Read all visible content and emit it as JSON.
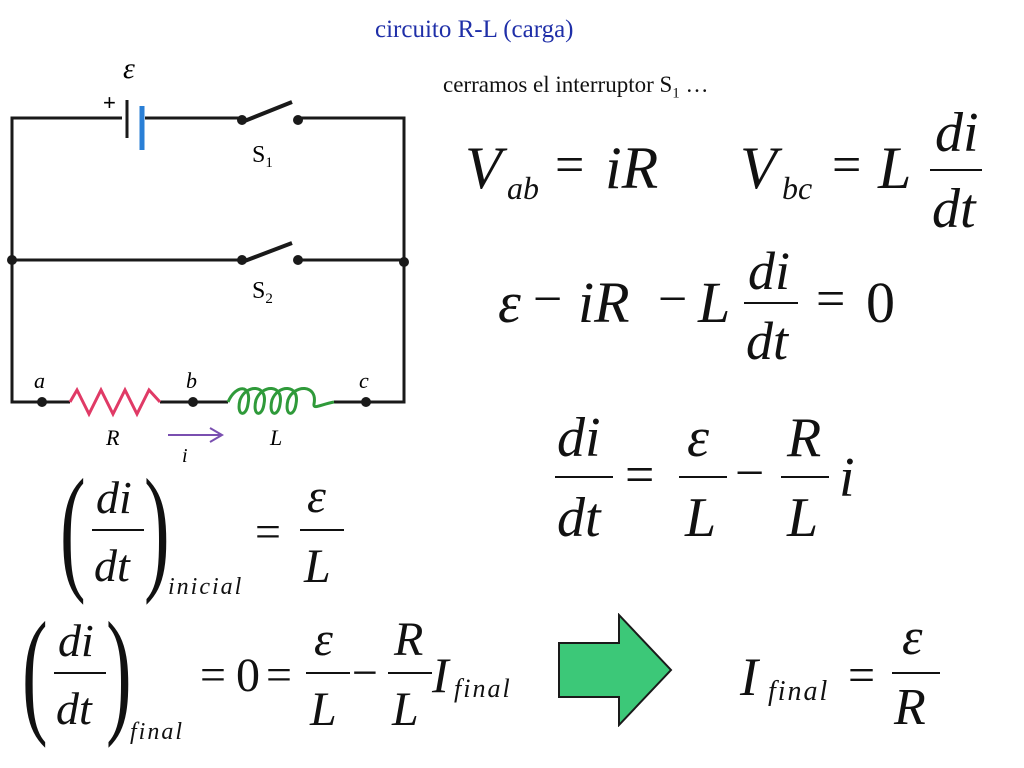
{
  "header": {
    "title": "circuito R-L (carga)",
    "subtitle_prefix": "cerramos el interruptor S",
    "subtitle_sub": "1",
    "subtitle_suffix": " …"
  },
  "circuit": {
    "emf_label": "ε",
    "plus_sign": "+",
    "switch1_label": "S",
    "switch1_sub": "1",
    "switch2_label": "S",
    "switch2_sub": "2",
    "node_a": "a",
    "node_b": "b",
    "node_c": "c",
    "resistor_label": "R",
    "inductor_label": "L",
    "current_label": "i",
    "colors": {
      "wire": "#1a1a1a",
      "resistor": "#e03a66",
      "inductor": "#2f9a3a",
      "battery_short": "#2a7fd6",
      "current_arrow": "#7a4fb0"
    }
  },
  "equations": {
    "vab": {
      "lhs": "V",
      "lhs_sub": "ab",
      "eq": "=",
      "rhs": "iR"
    },
    "vbc": {
      "lhs": "V",
      "lhs_sub": "bc",
      "eq": "=",
      "coef": "L",
      "num": "di",
      "den": "dt"
    },
    "loop": {
      "eps": "ε",
      "minus1": "−",
      "ir": "iR",
      "minus2": "−",
      "L": "L",
      "num": "di",
      "den": "dt",
      "eq": "=",
      "zero": "0"
    },
    "ode": {
      "num": "di",
      "den": "dt",
      "eq": "=",
      "n1": "ε",
      "d1": "L",
      "minus": "−",
      "n2": "R",
      "d2": "L",
      "i": "i"
    },
    "initial": {
      "num": "di",
      "den": "dt",
      "sub": "inicial",
      "eq": "=",
      "n": "ε",
      "d": "L"
    },
    "final": {
      "num": "di",
      "den": "dt",
      "sub": "final",
      "eq1": "=",
      "zero": "0",
      "eq2": "=",
      "n1": "ε",
      "d1": "L",
      "minus": "−",
      "n2": "R",
      "d2": "L",
      "I": "I",
      "I_sub": "final"
    },
    "result": {
      "I": "I",
      "I_sub": "final",
      "eq": "=",
      "n": "ε",
      "d": "R"
    }
  },
  "arrow": {
    "color": "#3cc878",
    "icon": "right-arrow-icon"
  }
}
